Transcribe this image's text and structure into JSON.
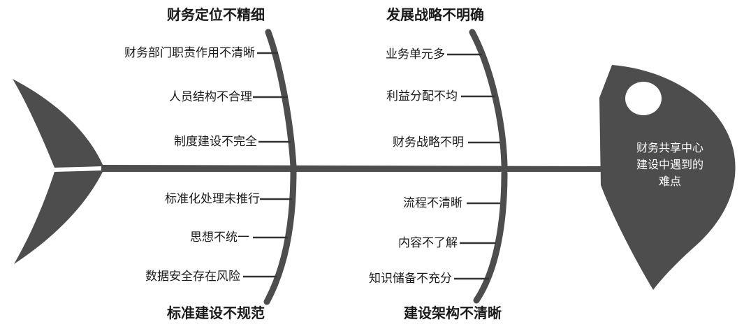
{
  "head": {
    "line1": "财务共享中心",
    "line2": "建设中遇到的",
    "line3": "难点"
  },
  "groups": {
    "top_left": {
      "title": "财务定位不精细",
      "causes": [
        "财务部门职责作用不清晰",
        "人员结构不合理",
        "制度建设不完全"
      ]
    },
    "top_right": {
      "title": "发展战略不明确",
      "causes": [
        "业务单元多",
        "利益分配不均",
        "财务战略不明"
      ]
    },
    "bottom_left": {
      "title": "标准建设不规范",
      "causes": [
        "标准化处理未推行",
        "思想不统一",
        "数据安全存在风险"
      ]
    },
    "bottom_right": {
      "title": "建设架构不清晰",
      "causes": [
        "流程不清晰",
        "内容不了解",
        "知识储备不充分"
      ]
    }
  },
  "colors": {
    "fill": "#4d4d4d",
    "text": "#1a1a1a",
    "head_text": "#ffffff",
    "background": "#ffffff"
  }
}
